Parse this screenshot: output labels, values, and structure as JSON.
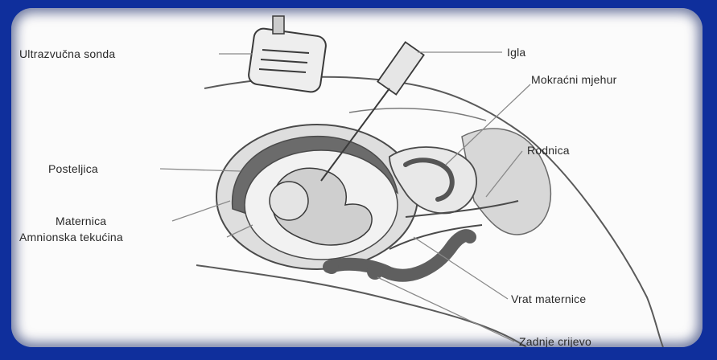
{
  "labels": {
    "ultrasound_probe": "Ultrazvučna sonda",
    "needle": "Igla",
    "bladder": "Mokraćni mjehur",
    "placenta": "Posteljica",
    "vagina": "Rodnica",
    "uterus": "Maternica",
    "amniotic_fluid": "Amnionska tekućina",
    "cervix": "Vrat maternice",
    "rectum": "Zadnje crijevo"
  },
  "colors": {
    "frame": "#0f2f9c",
    "panel": "#fbfbfb",
    "tissue_light": "#d7d7d7",
    "tissue_dark": "#6b6b6b",
    "outline": "#4a4a4a"
  }
}
